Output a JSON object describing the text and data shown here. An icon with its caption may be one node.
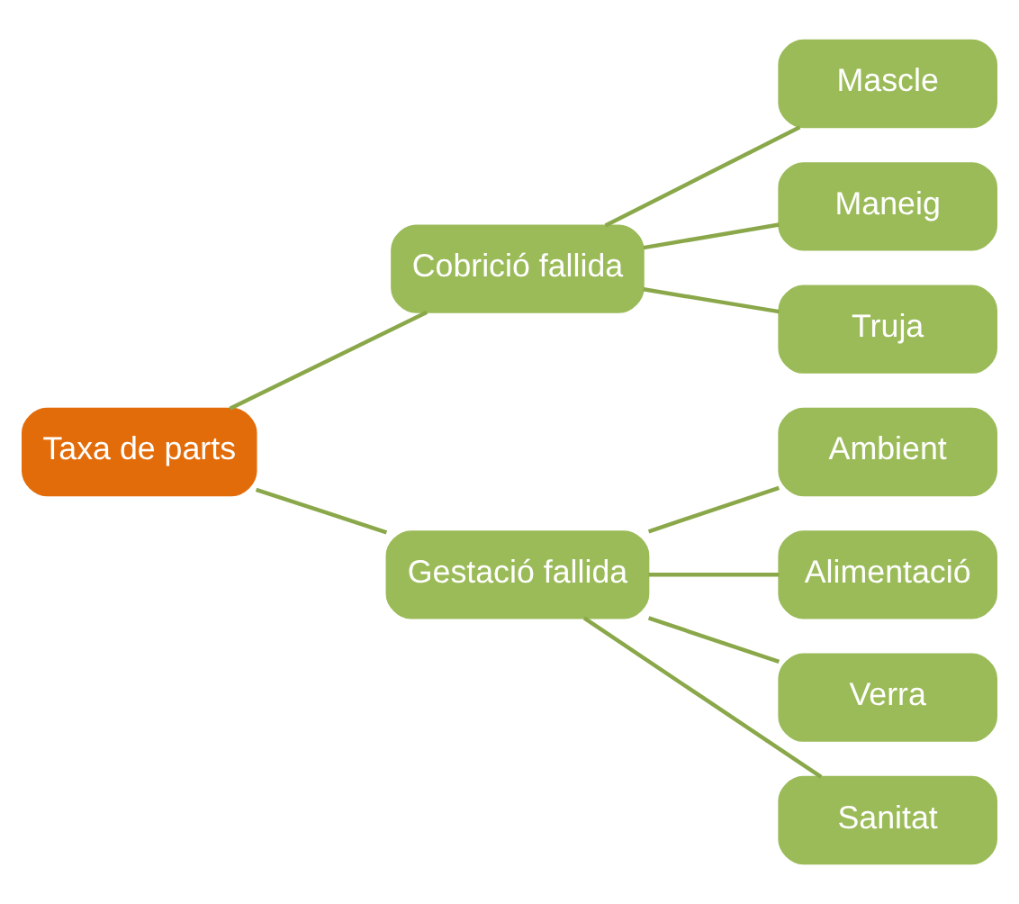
{
  "diagram": {
    "nodes": [
      {
        "text": [
          "Taxa de parts"
        ]
      },
      {
        "text": [
          "Cobrició fallida"
        ]
      },
      {
        "text": [
          "Gestació fallida"
        ]
      },
      {
        "text": [
          "Mascle"
        ]
      },
      {
        "text": [
          "Maneig"
        ]
      },
      {
        "text": [
          "Truja"
        ]
      },
      {
        "text": [
          "Ambient"
        ]
      },
      {
        "text": [
          "Alimentació"
        ]
      },
      {
        "text": [
          "Verra"
        ]
      },
      {
        "text": [
          "Sanitat"
        ]
      }
    ],
    "edges": [
      {
        "from": 0,
        "to": 1,
        "arrow": "none"
      },
      {
        "from": 0,
        "to": 2,
        "arrow": "none"
      },
      {
        "from": 1,
        "to": 3,
        "arrow": "none"
      },
      {
        "from": 1,
        "to": 4,
        "arrow": "none"
      },
      {
        "from": 1,
        "to": 5,
        "arrow": "none"
      },
      {
        "from": 2,
        "to": 6,
        "arrow": "none"
      },
      {
        "from": 2,
        "to": 7,
        "arrow": "none"
      },
      {
        "from": 2,
        "to": 8,
        "arrow": "none"
      },
      {
        "from": 2,
        "to": 9,
        "arrow": "none"
      }
    ]
  }
}
